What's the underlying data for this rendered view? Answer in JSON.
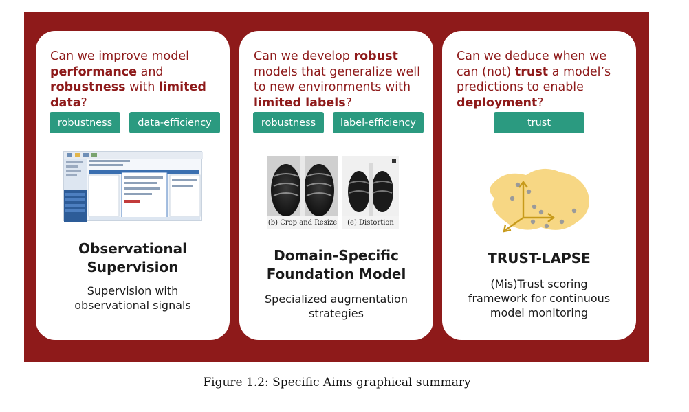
{
  "cards": [
    {
      "question_parts": [
        {
          "t": "Can we improve model ",
          "b": false
        },
        {
          "t": "performance",
          "b": true
        },
        {
          "t": " and ",
          "b": false
        },
        {
          "t": "robustness",
          "b": true
        },
        {
          "t": " with ",
          "b": false
        },
        {
          "t": "limited data",
          "b": true
        },
        {
          "t": "?",
          "b": false
        }
      ],
      "tags": [
        "robustness",
        "data-efficiency"
      ],
      "title_lines": [
        "Observational",
        "Supervision"
      ],
      "desc_lines": [
        "Supervision with",
        "observational signals"
      ]
    },
    {
      "question_parts": [
        {
          "t": "Can we develop ",
          "b": false
        },
        {
          "t": "robust",
          "b": true
        },
        {
          "t": " models that generalize well to new environments with ",
          "b": false
        },
        {
          "t": "limited labels",
          "b": true
        },
        {
          "t": "?",
          "b": false
        }
      ],
      "tags": [
        "robustness",
        "label-efficiency"
      ],
      "image_captions": [
        "(b) Crop and Resize",
        "(e) Distortion"
      ],
      "title_lines": [
        "Domain-Specific",
        "Foundation Model"
      ],
      "desc_lines": [
        "Specialized augmentation",
        "strategies"
      ]
    },
    {
      "question_parts": [
        {
          "t": "Can we deduce when we can (not) ",
          "b": false
        },
        {
          "t": "trust",
          "b": true
        },
        {
          "t": " a model’s predictions to enable ",
          "b": false
        },
        {
          "t": "deployment",
          "b": true
        },
        {
          "t": "?",
          "b": false
        }
      ],
      "tags": [
        "trust"
      ],
      "title_lines": [
        "TRUST-LAPSE"
      ],
      "desc_lines": [
        "(Mis)Trust scoring",
        "framework for continuous",
        "model monitoring"
      ]
    }
  ],
  "caption": "Figure 1.2: Specific Aims graphical summary",
  "colors": {
    "banner": "#8e1a1a",
    "question_text": "#8e1a1a",
    "tag_bg": "#2b9a80",
    "blob": "#f7d784",
    "axes": "#c79a1a"
  }
}
